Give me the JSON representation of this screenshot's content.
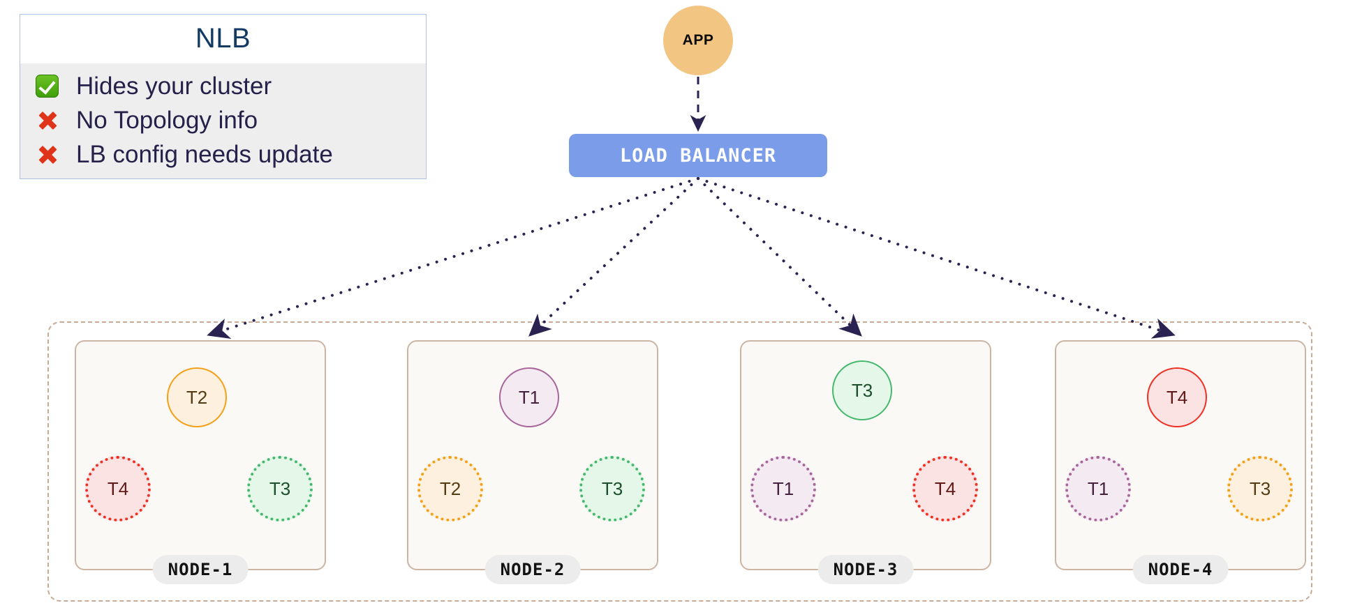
{
  "legend": {
    "title": "NLB",
    "items": [
      {
        "icon": "check-mark-icon",
        "status": "positive",
        "label": "Hides your cluster"
      },
      {
        "icon": "cross-mark-icon",
        "status": "negative",
        "label": "No Topology info"
      },
      {
        "icon": "cross-mark-icon",
        "status": "negative",
        "label": "LB config needs update"
      }
    ],
    "border_color": "#a8c4e0",
    "title_color": "#123a63",
    "body_color": "#eeeeee"
  },
  "app": {
    "label": "APP",
    "fill": "#f2c582",
    "text_color": "#0a0a0a"
  },
  "load_balancer": {
    "label": "LOAD  BALANCER",
    "fill": "#7b9ce8",
    "text_color": "#ffffff"
  },
  "cluster": {
    "border_color": "#c8ab96"
  },
  "nodes": [
    {
      "name": "NODE-1",
      "primary": {
        "label": "T2",
        "color": "orange"
      },
      "replicas": [
        {
          "label": "T4",
          "color": "red"
        },
        {
          "label": "T3",
          "color": "green"
        }
      ]
    },
    {
      "name": "NODE-2",
      "primary": {
        "label": "T1",
        "color": "purple"
      },
      "replicas": [
        {
          "label": "T2",
          "color": "orange"
        },
        {
          "label": "T3",
          "color": "green"
        }
      ]
    },
    {
      "name": "NODE-3",
      "primary": {
        "label": "T3",
        "color": "green"
      },
      "replicas": [
        {
          "label": "T1",
          "color": "purple"
        },
        {
          "label": "T4",
          "color": "red"
        }
      ]
    },
    {
      "name": "NODE-4",
      "primary": {
        "label": "T4",
        "color": "red"
      },
      "replicas": [
        {
          "label": "T1",
          "color": "purple"
        },
        {
          "label": "T3",
          "color": "orange"
        }
      ]
    }
  ],
  "edges": {
    "app_to_lb": {
      "style": "dashed",
      "color": "#2a2352"
    },
    "lb_to_nodes": {
      "style": "dotted",
      "color": "#2a2352",
      "count": 4
    }
  }
}
